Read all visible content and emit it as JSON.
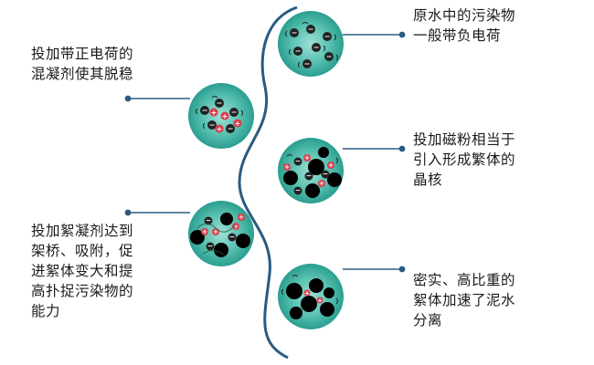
{
  "colors": {
    "line": "#2a5b82",
    "circle_outer": "#2a9e8f",
    "circle_inner": "#8fd8cc",
    "negative_particle": "#222222",
    "positive_charge": "#d93b4a",
    "floc": "#000000"
  },
  "steps": [
    {
      "id": "s1",
      "lines": [
        "原水中的污染物",
        "一般带负电荷"
      ]
    },
    {
      "id": "s2",
      "lines": [
        "投加带正电荷的",
        "混凝剂使其脱稳"
      ]
    },
    {
      "id": "s3",
      "lines": [
        "投加磁粉相当于",
        "引入形成繁体的",
        "晶核"
      ]
    },
    {
      "id": "s4",
      "lines": [
        "投加絮凝剂达到",
        "架桥、吸附，促",
        "进絮体变大和提",
        "高扑捉污染物的",
        "能力"
      ]
    },
    {
      "id": "s5",
      "lines": [
        "密实、高比重的",
        "絮体加速了泥水",
        "分离"
      ]
    }
  ]
}
